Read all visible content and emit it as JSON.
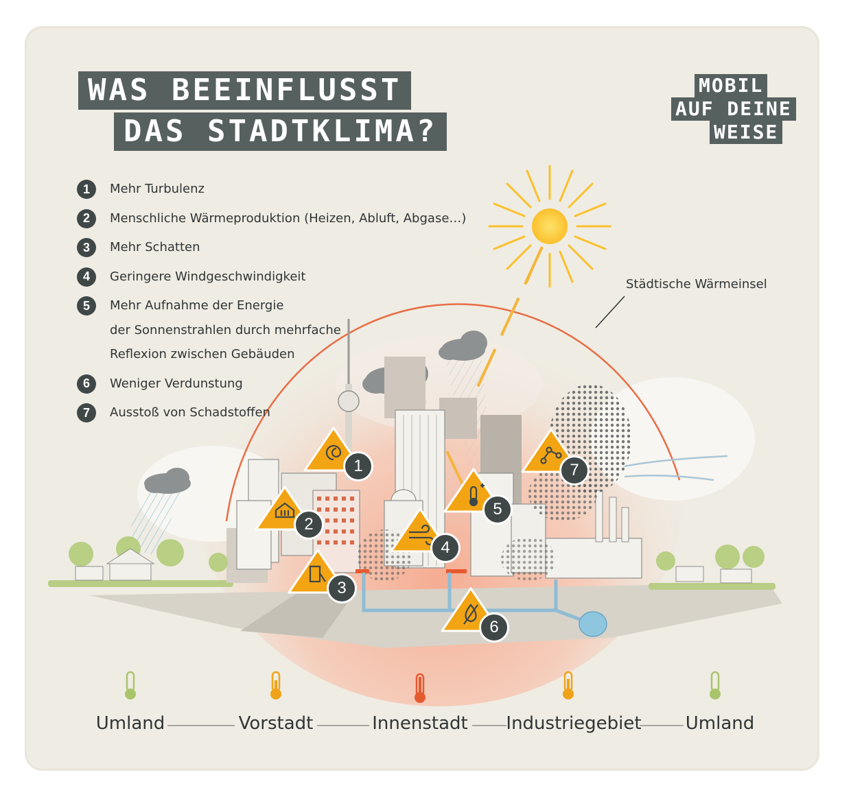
{
  "title": {
    "line1": "WAS BEEINFLUSST",
    "line2": "DAS STADTKLIMA?"
  },
  "logo": {
    "line1": "MOBIL",
    "line2": "AUF DEINE",
    "line3": "WEISE"
  },
  "legend": [
    {
      "num": "1",
      "lines": [
        "Mehr Turbulenz"
      ]
    },
    {
      "num": "2",
      "lines": [
        "Menschliche Wärmeproduktion (Heizen, Abluft, Abgase…)"
      ]
    },
    {
      "num": "3",
      "lines": [
        "Mehr Schatten"
      ]
    },
    {
      "num": "4",
      "lines": [
        "Geringere Windgeschwindigkeit"
      ]
    },
    {
      "num": "5",
      "lines": [
        "Mehr Aufnahme der Energie",
        "der Sonnenstrahlen durch mehrfache",
        "Reflexion zwischen Gebäuden"
      ]
    },
    {
      "num": "6",
      "lines": [
        "Weniger Verdunstung"
      ]
    },
    {
      "num": "7",
      "lines": [
        "Ausstoß von Schadstoffen"
      ]
    }
  ],
  "heat_island_label": "Städtische Wärmeinsel",
  "markers": [
    {
      "num": "1",
      "icon": "turbulence-icon"
    },
    {
      "num": "2",
      "icon": "heating-icon"
    },
    {
      "num": "3",
      "icon": "shade-building-icon"
    },
    {
      "num": "4",
      "icon": "wind-icon"
    },
    {
      "num": "5",
      "icon": "thermometer-plus-icon"
    },
    {
      "num": "6",
      "icon": "no-evaporation-icon"
    },
    {
      "num": "7",
      "icon": "pollutant-icon"
    }
  ],
  "zones": [
    {
      "label": "Umland",
      "thermo_color": "#a9c56c"
    },
    {
      "label": "Vorstadt",
      "thermo_color": "#f0a31a"
    },
    {
      "label": "Innenstadt",
      "thermo_color": "#e65a2f"
    },
    {
      "label": "Industriegebiet",
      "thermo_color": "#f0a31a"
    },
    {
      "label": "Umland",
      "thermo_color": "#a9c56c"
    }
  ],
  "colors": {
    "warning": "#f2a413",
    "dark": "#3f4747",
    "heat": "#e86d45",
    "sun": "#fbc02d"
  }
}
